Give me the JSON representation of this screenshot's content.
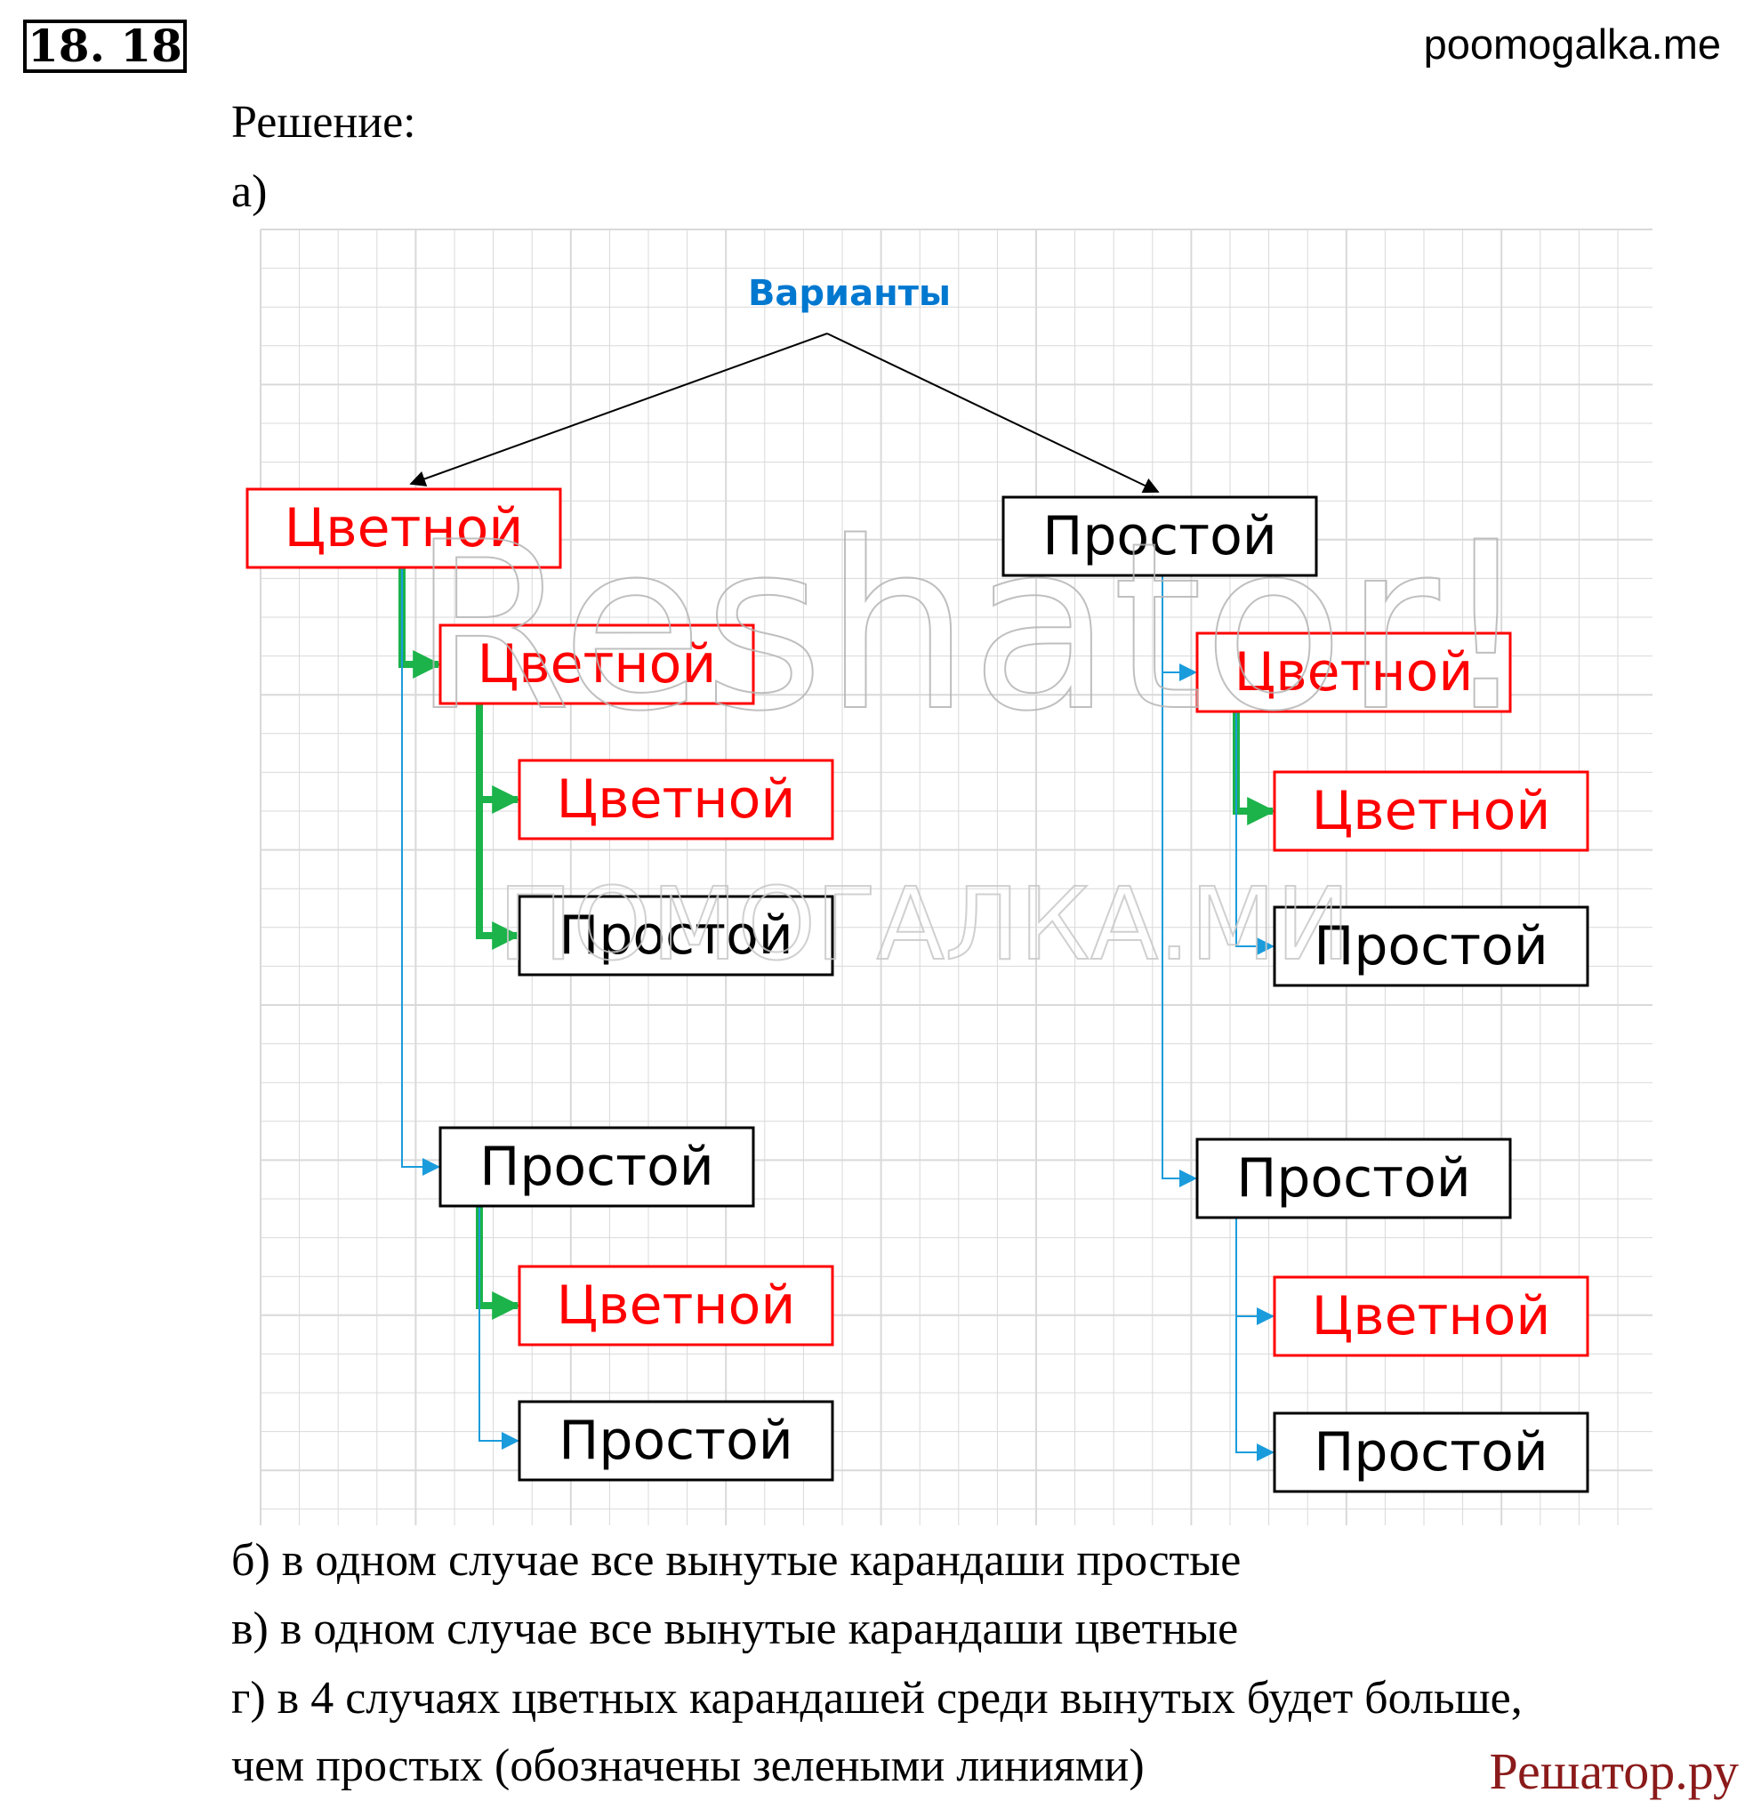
{
  "header": {
    "problem_number": "18. 18",
    "site": "poomogalka.me"
  },
  "solution": {
    "heading": "Решение:",
    "part_a_label": "а)"
  },
  "diagram": {
    "root": "Варианты",
    "nodes": [
      {
        "id": "L1",
        "text": "Цветной",
        "kind": "colored"
      },
      {
        "id": "R1",
        "text": "Простой",
        "kind": "simple"
      },
      {
        "id": "L2a",
        "text": "Цветной",
        "kind": "colored"
      },
      {
        "id": "L3a",
        "text": "Цветной",
        "kind": "colored"
      },
      {
        "id": "L3b",
        "text": "Простой",
        "kind": "simple"
      },
      {
        "id": "L2b",
        "text": "Простой",
        "kind": "simple"
      },
      {
        "id": "L3c",
        "text": "Цветной",
        "kind": "colored"
      },
      {
        "id": "L3d",
        "text": "Простой",
        "kind": "simple"
      },
      {
        "id": "R2a",
        "text": "Цветной",
        "kind": "colored"
      },
      {
        "id": "R3a",
        "text": "Цветной",
        "kind": "colored"
      },
      {
        "id": "R3b",
        "text": "Простой",
        "kind": "simple"
      },
      {
        "id": "R2b",
        "text": "Простой",
        "kind": "simple"
      },
      {
        "id": "R3c",
        "text": "Цветной",
        "kind": "colored"
      },
      {
        "id": "R3d",
        "text": "Простой",
        "kind": "simple"
      }
    ],
    "edges": [
      {
        "from": "root",
        "to": "L1",
        "style": "black"
      },
      {
        "from": "root",
        "to": "R1",
        "style": "black"
      },
      {
        "from": "L1",
        "to": "L2a",
        "style": "green"
      },
      {
        "from": "L1",
        "to": "L2b",
        "style": "blue"
      },
      {
        "from": "L2a",
        "to": "L3a",
        "style": "green"
      },
      {
        "from": "L2a",
        "to": "L3b",
        "style": "green"
      },
      {
        "from": "L2b",
        "to": "L3c",
        "style": "green"
      },
      {
        "from": "L2b",
        "to": "L3d",
        "style": "blue"
      },
      {
        "from": "R1",
        "to": "R2a",
        "style": "blue"
      },
      {
        "from": "R1",
        "to": "R2b",
        "style": "blue"
      },
      {
        "from": "R2a",
        "to": "R3a",
        "style": "green"
      },
      {
        "from": "R2a",
        "to": "R3b",
        "style": "blue"
      },
      {
        "from": "R2b",
        "to": "R3c",
        "style": "blue"
      },
      {
        "from": "R2b",
        "to": "R3d",
        "style": "blue"
      }
    ],
    "watermarks": [
      "Reshator!",
      "ПОМОГАЛКА.МИ"
    ],
    "colors": {
      "colored": "#ff0000",
      "simple": "#000000",
      "root": "#0078d0",
      "green": "#1bb34a",
      "blue": "#1a9cdc",
      "grid": "#d9d9d9"
    }
  },
  "answers": {
    "b": "б) в одном случае все вынутые карандаши простые",
    "v": "в) в одном случае все вынутые карандаши цветные",
    "g1": "г) в 4 случаях цветных карандашей среди вынутых будет больше,",
    "g2": "чем простых (обозначены зелеными линиями)"
  },
  "footer": {
    "brand": "Решатор.ру"
  }
}
